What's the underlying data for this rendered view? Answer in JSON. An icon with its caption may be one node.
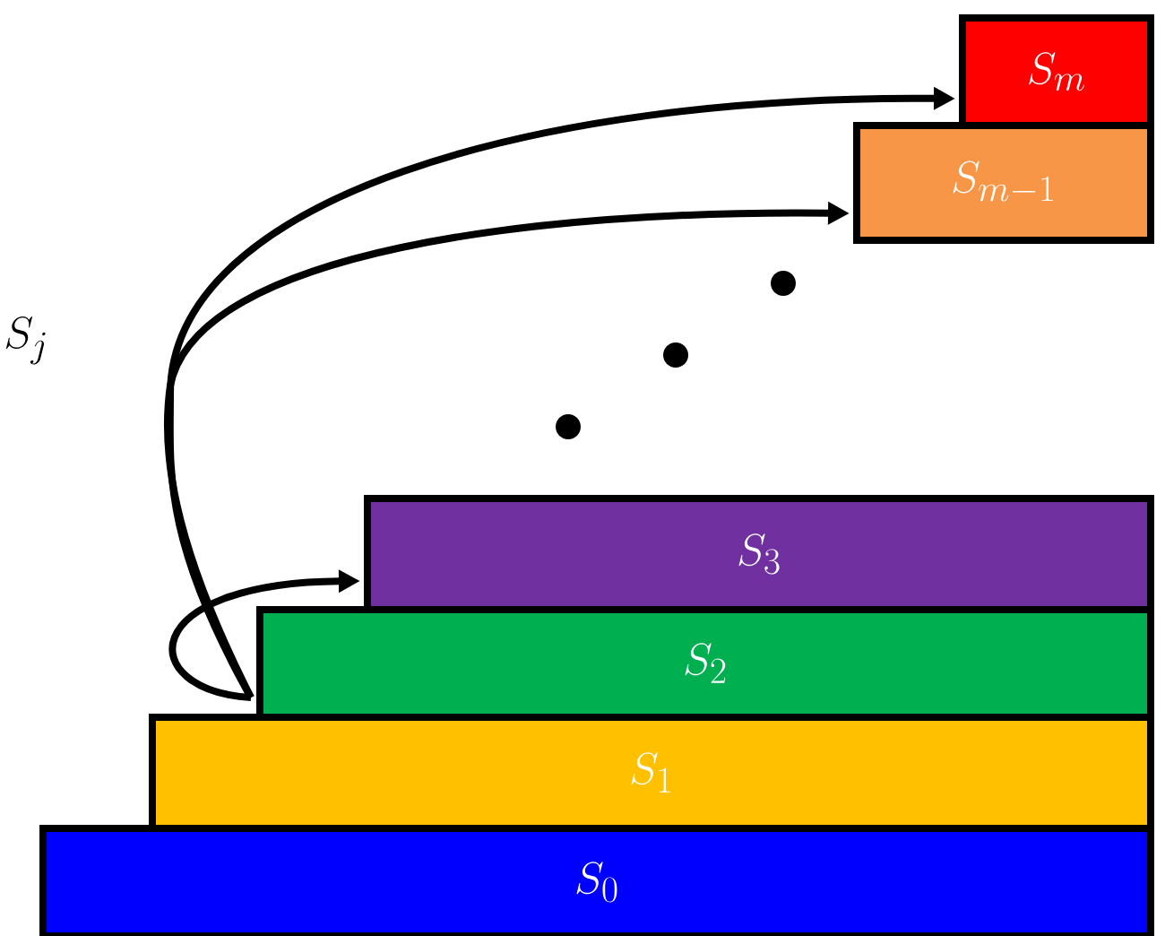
{
  "diagram": {
    "nodes": [
      {
        "text": [
          "S_m"
        ]
      },
      {
        "text": [
          "S_{m-1}"
        ]
      },
      {
        "text": [
          "S_3"
        ]
      },
      {
        "text": [
          "S_2"
        ]
      },
      {
        "text": [
          "S_1"
        ]
      },
      {
        "text": [
          "S_0"
        ]
      }
    ],
    "edges": [
      {
        "from": 3,
        "to": 2,
        "arrow": "to"
      },
      {
        "from": 3,
        "to": 1,
        "arrow": "to"
      },
      {
        "from": 3,
        "to": 0,
        "arrow": "to"
      }
    ],
    "labels": [
      "S_j"
    ]
  }
}
